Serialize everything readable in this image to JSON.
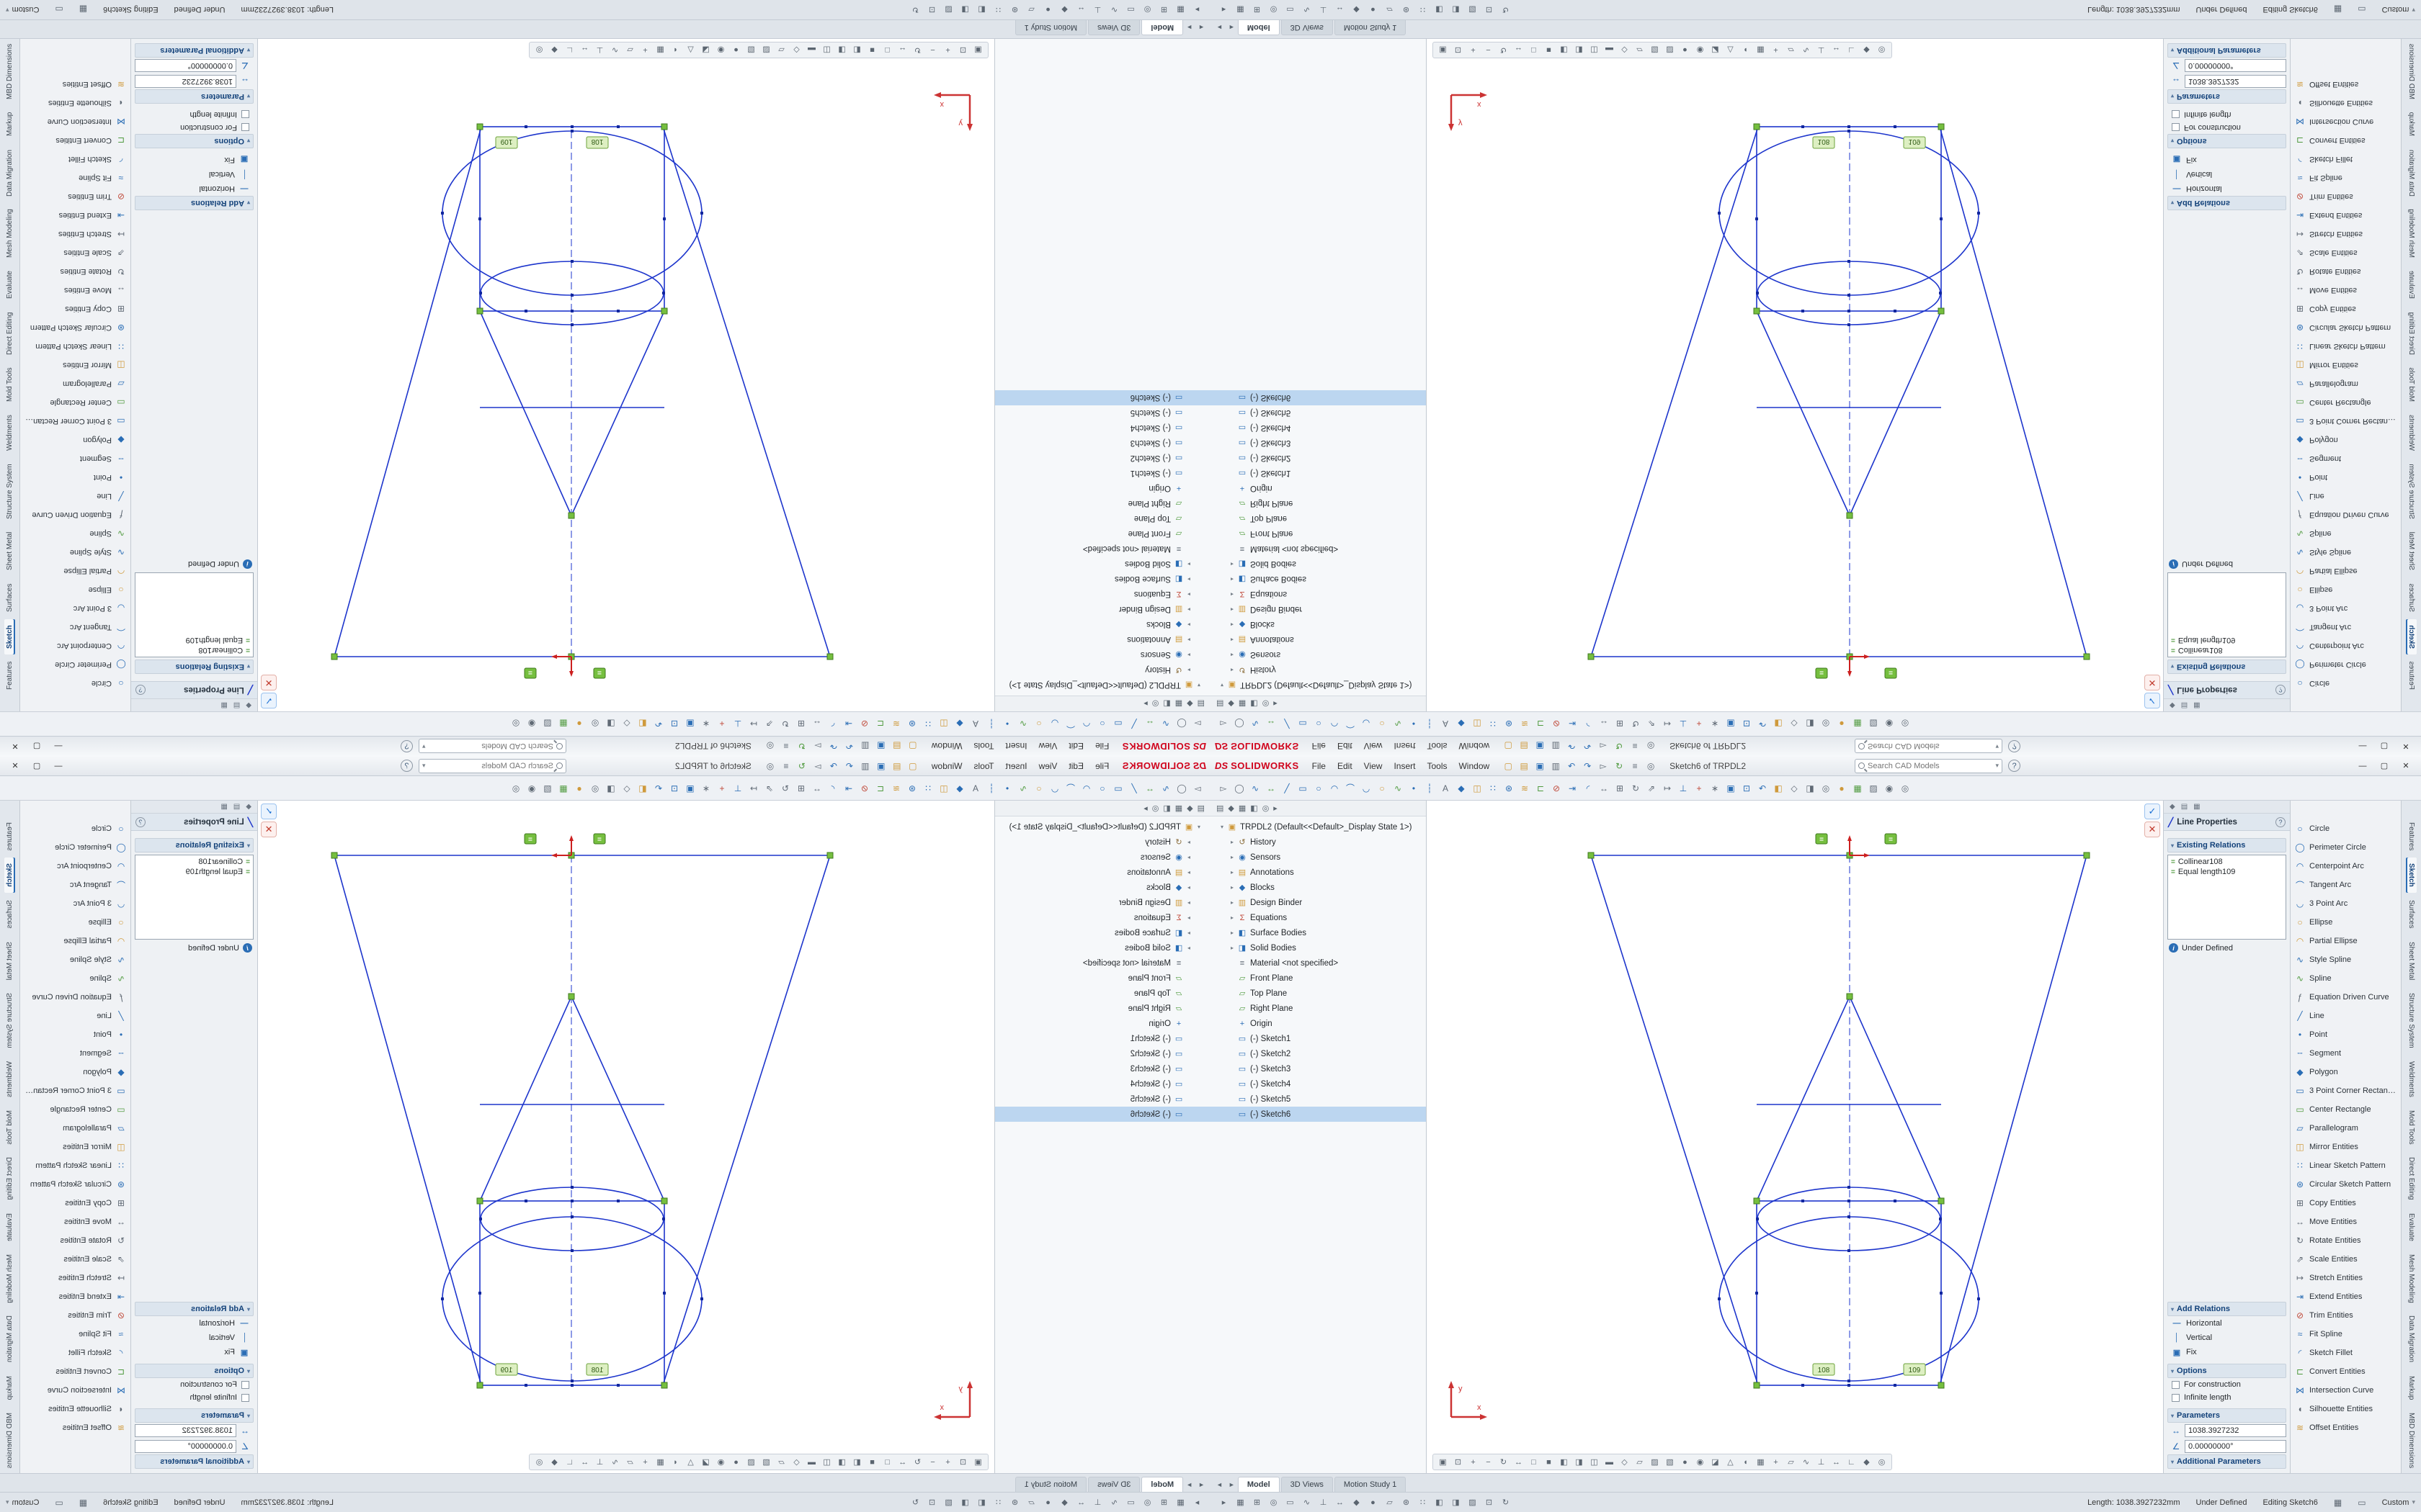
{
  "chrome": {
    "brand_mark": "DS",
    "brand_name": "SOLIDWORKS",
    "title": "Sketch6 of TRPDL2",
    "search_placeholder": "Search CAD Models",
    "chevron": "▾",
    "help": "?",
    "win_min": "—",
    "win_max": "▢",
    "win_close": "✕",
    "menus": [
      {
        "label": "File"
      },
      {
        "label": "Edit"
      },
      {
        "label": "View"
      },
      {
        "label": "Insert"
      },
      {
        "label": "Tools"
      },
      {
        "label": "Window"
      }
    ],
    "quick_access": [
      {
        "n": "new-document-icon",
        "g": "▢",
        "c": "#cf9a3c"
      },
      {
        "n": "open-document-icon",
        "g": "▤",
        "c": "#cf9a3c"
      },
      {
        "n": "save-icon",
        "g": "▣",
        "c": "#2a6db5"
      },
      {
        "n": "print-icon",
        "g": "▥",
        "c": "#606a75"
      },
      {
        "n": "undo-icon",
        "g": "↶",
        "c": "#2a6db5"
      },
      {
        "n": "redo-icon",
        "g": "↷",
        "c": "#2a6db5"
      },
      {
        "n": "select-icon",
        "g": "▻",
        "c": "#606a75"
      },
      {
        "n": "rebuild-icon",
        "g": "↻",
        "c": "#4f9a3e"
      },
      {
        "n": "file-properties-icon",
        "g": "≡",
        "c": "#606a75"
      },
      {
        "n": "options-icon",
        "g": "◎",
        "c": "#606a75"
      }
    ]
  },
  "toolbar": {
    "icons": [
      {
        "n": "select-icon",
        "g": "▻",
        "c": "#606a75"
      },
      {
        "n": "lasso-select-icon",
        "g": "◯",
        "c": "#606a75"
      },
      {
        "n": "sketch-icon",
        "g": "∿",
        "c": "#2a6db5"
      },
      {
        "n": "smart-dimension-icon",
        "g": "↔",
        "c": "#4f9a3e"
      },
      {
        "n": "line-icon",
        "g": "╱",
        "c": "#2a6db5"
      },
      {
        "n": "corner-rectangle-icon",
        "g": "▭",
        "c": "#2a6db5"
      },
      {
        "n": "circle-icon",
        "g": "○",
        "c": "#2a6db5"
      },
      {
        "n": "centerpoint-arc-icon",
        "g": "◠",
        "c": "#2a6db5"
      },
      {
        "n": "tangent-arc-icon",
        "g": "⌒",
        "c": "#2a6db5"
      },
      {
        "n": "three-point-arc-icon",
        "g": "◡",
        "c": "#2a6db5"
      },
      {
        "n": "ellipse-icon",
        "g": "○",
        "c": "#cf9a3c"
      },
      {
        "n": "spline-icon",
        "g": "∿",
        "c": "#4f9a3e"
      },
      {
        "n": "point-icon",
        "g": "•",
        "c": "#2a6db5"
      },
      {
        "n": "centerline-icon",
        "g": "┆",
        "c": "#2a6db5"
      },
      {
        "n": "text-icon",
        "g": "A",
        "c": "#606a75"
      },
      {
        "n": "polygon-icon",
        "g": "◆",
        "c": "#2a6db5"
      },
      {
        "n": "mirror-entities-icon",
        "g": "◫",
        "c": "#cf9a3c"
      },
      {
        "n": "linear-pattern-icon",
        "g": "∷",
        "c": "#2a6db5"
      },
      {
        "n": "circular-pattern-icon",
        "g": "⊛",
        "c": "#2a6db5"
      },
      {
        "n": "offset-entities-icon",
        "g": "≋",
        "c": "#cf9a3c"
      },
      {
        "n": "convert-entities-icon",
        "g": "⊏",
        "c": "#4f9a3e"
      },
      {
        "n": "trim-entities-icon",
        "g": "⊘",
        "c": "#c04a3a"
      },
      {
        "n": "extend-entities-icon",
        "g": "⇥",
        "c": "#2a6db5"
      },
      {
        "n": "sketch-fillet-icon",
        "g": "◜",
        "c": "#2a6db5"
      },
      {
        "n": "move-entities-icon",
        "g": "↔",
        "c": "#606a75"
      },
      {
        "n": "copy-entities-icon",
        "g": "⊞",
        "c": "#606a75"
      },
      {
        "n": "rotate-entities-icon",
        "g": "↻",
        "c": "#606a75"
      },
      {
        "n": "scale-entities-icon",
        "g": "⇗",
        "c": "#606a75"
      },
      {
        "n": "stretch-entities-icon",
        "g": "↦",
        "c": "#606a75"
      },
      {
        "n": "display-relations-icon",
        "g": "⊥",
        "c": "#2a6db5"
      },
      {
        "n": "repair-sketch-icon",
        "g": "+",
        "c": "#c04a3a"
      },
      {
        "n": "quick-snaps-icon",
        "g": "∗",
        "c": "#606a75"
      },
      {
        "n": "zoom-fit-icon",
        "g": "▣",
        "c": "#2a6db5"
      },
      {
        "n": "zoom-area-icon",
        "g": "⊡",
        "c": "#2a6db5"
      },
      {
        "n": "previous-view-icon",
        "g": "↶",
        "c": "#2a6db5"
      },
      {
        "n": "section-view-icon",
        "g": "◧",
        "c": "#cf9a3c"
      },
      {
        "n": "view-orientation-icon",
        "g": "◇",
        "c": "#606a75"
      },
      {
        "n": "display-style-icon",
        "g": "◨",
        "c": "#606a75"
      },
      {
        "n": "hide-show-icon",
        "g": "◎",
        "c": "#606a75"
      },
      {
        "n": "edit-appearance-icon",
        "g": "●",
        "c": "#cf9a3c"
      },
      {
        "n": "apply-scene-icon",
        "g": "▦",
        "c": "#4f9a3e"
      },
      {
        "n": "shadows-icon",
        "g": "▨",
        "c": "#606a75"
      },
      {
        "n": "camera-icon",
        "g": "◉",
        "c": "#606a75"
      },
      {
        "n": "view-settings-icon",
        "g": "◎",
        "c": "#606a75"
      }
    ]
  },
  "tree": {
    "header_icons": [
      {
        "n": "featuremanager-tab-icon",
        "g": "▤"
      },
      {
        "n": "propertymanager-tab-icon",
        "g": "◆"
      },
      {
        "n": "configurationmanager-tab-icon",
        "g": "▦"
      },
      {
        "n": "dimxpertmanager-tab-icon",
        "g": "◧"
      },
      {
        "n": "displaymanager-tab-icon",
        "g": "◎"
      },
      {
        "n": "tab-overflow-icon",
        "g": "▸"
      }
    ],
    "items": [
      {
        "g": "▣",
        "c": "#cf9a3c",
        "lvl": 0,
        "exp": "▾",
        "label": "TRPDL2 (Default<<Default>_Display State 1>)"
      },
      {
        "g": "↺",
        "c": "#8a6d3b",
        "lvl": 1,
        "exp": "▸",
        "label": "History"
      },
      {
        "g": "◉",
        "c": "#2a6db5",
        "lvl": 1,
        "exp": "▸",
        "label": "Sensors"
      },
      {
        "g": "▤",
        "c": "#cf9a3c",
        "lvl": 1,
        "exp": "▸",
        "label": "Annotations"
      },
      {
        "g": "◆",
        "c": "#2a6db5",
        "lvl": 1,
        "exp": "▸",
        "label": "Blocks"
      },
      {
        "g": "▥",
        "c": "#cf9a3c",
        "lvl": 1,
        "exp": "▸",
        "label": "Design Binder"
      },
      {
        "g": "Σ",
        "c": "#c04a3a",
        "lvl": 1,
        "exp": "▸",
        "label": "Equations"
      },
      {
        "g": "◧",
        "c": "#2a6db5",
        "lvl": 1,
        "exp": "▸",
        "label": "Surface Bodies"
      },
      {
        "g": "◨",
        "c": "#2a6db5",
        "lvl": 1,
        "exp": "▸",
        "label": "Solid Bodies"
      },
      {
        "g": "≡",
        "c": "#606a75",
        "lvl": 1,
        "exp": "",
        "label": "Material <not specified>"
      },
      {
        "g": "▱",
        "c": "#4f9a3e",
        "lvl": 1,
        "exp": "",
        "label": "Front Plane"
      },
      {
        "g": "▱",
        "c": "#4f9a3e",
        "lvl": 1,
        "exp": "",
        "label": "Top Plane"
      },
      {
        "g": "▱",
        "c": "#4f9a3e",
        "lvl": 1,
        "exp": "",
        "label": "Right Plane"
      },
      {
        "g": "+",
        "c": "#2a6db5",
        "lvl": 1,
        "exp": "",
        "label": "Origin"
      },
      {
        "g": "▭",
        "c": "#2a6db5",
        "lvl": 1,
        "exp": "",
        "label": "(-) Sketch1"
      },
      {
        "g": "▭",
        "c": "#2a6db5",
        "lvl": 1,
        "exp": "",
        "label": "(-) Sketch2"
      },
      {
        "g": "▭",
        "c": "#2a6db5",
        "lvl": 1,
        "exp": "",
        "label": "(-) Sketch3"
      },
      {
        "g": "▭",
        "c": "#2a6db5",
        "lvl": 1,
        "exp": "",
        "label": "(-) Sketch4"
      },
      {
        "g": "▭",
        "c": "#2a6db5",
        "lvl": 1,
        "exp": "",
        "label": "(-) Sketch5"
      },
      {
        "g": "▭",
        "c": "#2a6db5",
        "lvl": 1,
        "exp": "",
        "label": "(-) Sketch6",
        "sel": true
      }
    ]
  },
  "graphics": {
    "relation_tags": [
      {
        "label": "108"
      },
      {
        "label": "109"
      }
    ],
    "relation_glyph": "=",
    "confirm_accept": "✓",
    "confirm_cancel": "✕",
    "triad_x": "x",
    "triad_y": "y"
  },
  "gfx_toolbar": {
    "icons": [
      {
        "n": "zoom-fit-icon",
        "g": "▣"
      },
      {
        "n": "zoom-area-icon",
        "g": "⊡"
      },
      {
        "n": "zoom-in-icon",
        "g": "+"
      },
      {
        "n": "zoom-out-icon",
        "g": "−"
      },
      {
        "n": "rotate-view-icon",
        "g": "↻"
      },
      {
        "n": "pan-icon",
        "g": "↔"
      },
      {
        "n": "front-view-icon",
        "g": "□"
      },
      {
        "n": "back-view-icon",
        "g": "■"
      },
      {
        "n": "left-view-icon",
        "g": "◧"
      },
      {
        "n": "right-view-icon",
        "g": "◨"
      },
      {
        "n": "top-view-icon",
        "g": "◫"
      },
      {
        "n": "bottom-view-icon",
        "g": "▬"
      },
      {
        "n": "isometric-view-icon",
        "g": "◇"
      },
      {
        "n": "wireframe-icon",
        "g": "▱"
      },
      {
        "n": "hidden-lines-visible-icon",
        "g": "▨"
      },
      {
        "n": "hidden-lines-removed-icon",
        "g": "▧"
      },
      {
        "n": "shaded-icon",
        "g": "●"
      },
      {
        "n": "shaded-edges-icon",
        "g": "◉"
      },
      {
        "n": "shadow-icon",
        "g": "◪"
      },
      {
        "n": "perspective-icon",
        "g": "△"
      },
      {
        "n": "section-icon",
        "g": "◖"
      },
      {
        "n": "grid-icon",
        "g": "▦"
      },
      {
        "n": "origin-toggle-icon",
        "g": "+"
      },
      {
        "n": "planes-toggle-icon",
        "g": "▱"
      },
      {
        "n": "sketch-toggle-icon",
        "g": "∿"
      },
      {
        "n": "relations-toggle-icon",
        "g": "⊥"
      },
      {
        "n": "dimensions-toggle-icon",
        "g": "↔"
      },
      {
        "n": "measure-icon",
        "g": "∟"
      },
      {
        "n": "mass-properties-icon",
        "g": "◆"
      },
      {
        "n": "view-settings-icon",
        "g": "◎"
      }
    ]
  },
  "property_manager": {
    "title": "Line Properties",
    "help": "?",
    "existing_relations": {
      "header": "Existing Relations",
      "items": [
        {
          "label": "Collinear108"
        },
        {
          "label": "Equal length109"
        }
      ]
    },
    "information": "Under Defined",
    "add_relations": {
      "header": "Add Relations",
      "items": [
        {
          "g": "—",
          "label": "Horizontal"
        },
        {
          "g": "│",
          "label": "Vertical"
        },
        {
          "g": "▣",
          "label": "Fix"
        }
      ]
    },
    "options": {
      "header": "Options",
      "items": [
        {
          "label": "For construction"
        },
        {
          "label": "Infinite length"
        }
      ]
    },
    "parameters": {
      "header": "Parameters",
      "fields": [
        {
          "g": "↔",
          "value": "1038.3927232"
        },
        {
          "g": "∠",
          "value": "0.00000000°"
        }
      ]
    },
    "additional_header": "Additional Parameters"
  },
  "sketch_tools": [
    {
      "g": "○",
      "c": "#2a6db5",
      "label": "Circle"
    },
    {
      "g": "◯",
      "c": "#2a6db5",
      "label": "Perimeter Circle"
    },
    {
      "g": "◠",
      "c": "#2a6db5",
      "label": "Centerpoint Arc"
    },
    {
      "g": "⌒",
      "c": "#2a6db5",
      "label": "Tangent Arc"
    },
    {
      "g": "◡",
      "c": "#2a6db5",
      "label": "3 Point Arc"
    },
    {
      "g": "○",
      "c": "#cf9a3c",
      "label": "Ellipse"
    },
    {
      "g": "◠",
      "c": "#cf9a3c",
      "label": "Partial Ellipse"
    },
    {
      "g": "∿",
      "c": "#2a6db5",
      "label": "Style Spline"
    },
    {
      "g": "∿",
      "c": "#4f9a3e",
      "label": "Spline"
    },
    {
      "g": "ƒ",
      "c": "#606a75",
      "label": "Equation Driven Curve"
    },
    {
      "g": "╱",
      "c": "#2a6db5",
      "label": "Line"
    },
    {
      "g": "•",
      "c": "#2a6db5",
      "label": "Point"
    },
    {
      "g": "╌",
      "c": "#2a6db5",
      "label": "Segment"
    },
    {
      "g": "◆",
      "c": "#2a6db5",
      "label": "Polygon"
    },
    {
      "g": "▭",
      "c": "#2a6db5",
      "label": "3 Point Corner Rectangle"
    },
    {
      "g": "▭",
      "c": "#4f9a3e",
      "label": "Center Rectangle"
    },
    {
      "g": "▱",
      "c": "#2a6db5",
      "label": "Parallelogram"
    },
    {
      "g": "◫",
      "c": "#cf9a3c",
      "label": "Mirror Entities"
    },
    {
      "g": "∷",
      "c": "#2a6db5",
      "label": "Linear Sketch Pattern"
    },
    {
      "g": "⊛",
      "c": "#2a6db5",
      "label": "Circular Sketch Pattern"
    },
    {
      "g": "⊞",
      "c": "#606a75",
      "label": "Copy Entities"
    },
    {
      "g": "↔",
      "c": "#606a75",
      "label": "Move Entities"
    },
    {
      "g": "↻",
      "c": "#606a75",
      "label": "Rotate Entities"
    },
    {
      "g": "⇗",
      "c": "#606a75",
      "label": "Scale Entities"
    },
    {
      "g": "↦",
      "c": "#606a75",
      "label": "Stretch Entities"
    },
    {
      "g": "⇥",
      "c": "#2a6db5",
      "label": "Extend Entities"
    },
    {
      "g": "⊘",
      "c": "#c04a3a",
      "label": "Trim Entities"
    },
    {
      "g": "≈",
      "c": "#2a6db5",
      "label": "Fit Spline"
    },
    {
      "g": "◜",
      "c": "#2a6db5",
      "label": "Sketch Fillet"
    },
    {
      "g": "⊏",
      "c": "#4f9a3e",
      "label": "Convert Entities"
    },
    {
      "g": "⋈",
      "c": "#2a6db5",
      "label": "Intersection Curve"
    },
    {
      "g": "◖",
      "c": "#606a75",
      "label": "Silhouette Entities"
    },
    {
      "g": "≋",
      "c": "#cf9a3c",
      "label": "Offset Entities"
    }
  ],
  "command_tabs": {
    "items": [
      {
        "label": "Features"
      },
      {
        "label": "Sketch",
        "active": true
      },
      {
        "label": "Surfaces"
      },
      {
        "label": "Sheet Metal"
      },
      {
        "label": "Structure System"
      },
      {
        "label": "Weldments"
      },
      {
        "label": "Mold Tools"
      },
      {
        "label": "Direct Editing"
      },
      {
        "label": "Evaluate"
      },
      {
        "label": "Mesh Modeling"
      },
      {
        "label": "Data Migration"
      },
      {
        "label": "Markup"
      },
      {
        "label": "MBD Dimensions"
      }
    ]
  },
  "doc_tabs": {
    "prev": "◄",
    "next": "►",
    "items": [
      {
        "label": "Model",
        "active": true
      },
      {
        "label": "3D Views"
      },
      {
        "label": "Motion Study 1"
      }
    ]
  },
  "status": {
    "icons": [
      {
        "g": "▸"
      },
      {
        "g": "▦"
      },
      {
        "g": "⊞"
      },
      {
        "g": "◎"
      },
      {
        "g": "▭"
      },
      {
        "g": "∿"
      },
      {
        "g": "⊥"
      },
      {
        "g": "↔"
      },
      {
        "g": "◆"
      },
      {
        "g": "●"
      },
      {
        "g": "▱"
      },
      {
        "g": "⊛"
      },
      {
        "g": "∷"
      },
      {
        "g": "◧"
      },
      {
        "g": "◨"
      },
      {
        "g": "▨"
      },
      {
        "g": "⊡"
      },
      {
        "g": "↻"
      }
    ],
    "length": "Length: 1038.3927232mm",
    "state": "Under Defined",
    "editing": "Editing Sketch6",
    "grid": "▦",
    "doc_icon": "▭",
    "units": "Custom",
    "chevron": "▾"
  }
}
